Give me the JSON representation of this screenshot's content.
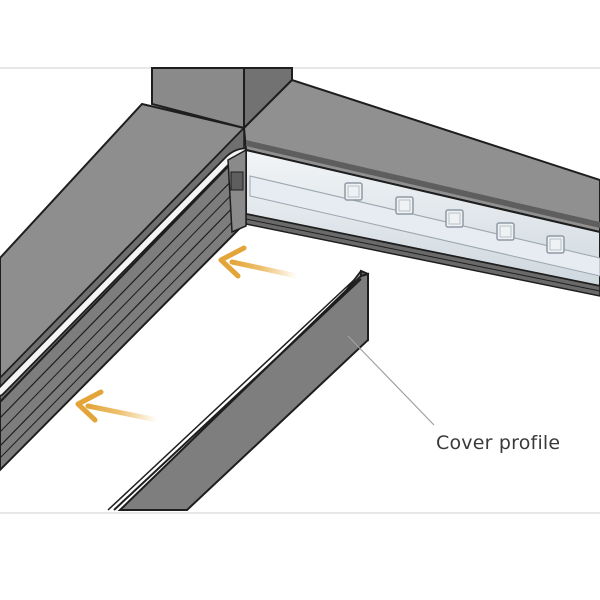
{
  "diagram": {
    "callout_label": "Cover profile",
    "colors": {
      "profile_dark": "#7d7d7d",
      "profile_mid": "#8e8e8e",
      "profile_light": "#a6a6a6",
      "outline": "#1e1e1e",
      "led_strip": "#e6ecf1",
      "diffuser": "#dfe6ec",
      "arrow": "#e9b04a",
      "leader_line": "#a0a0a0"
    },
    "icons": [
      "insertion-arrow",
      "led-chip"
    ]
  }
}
